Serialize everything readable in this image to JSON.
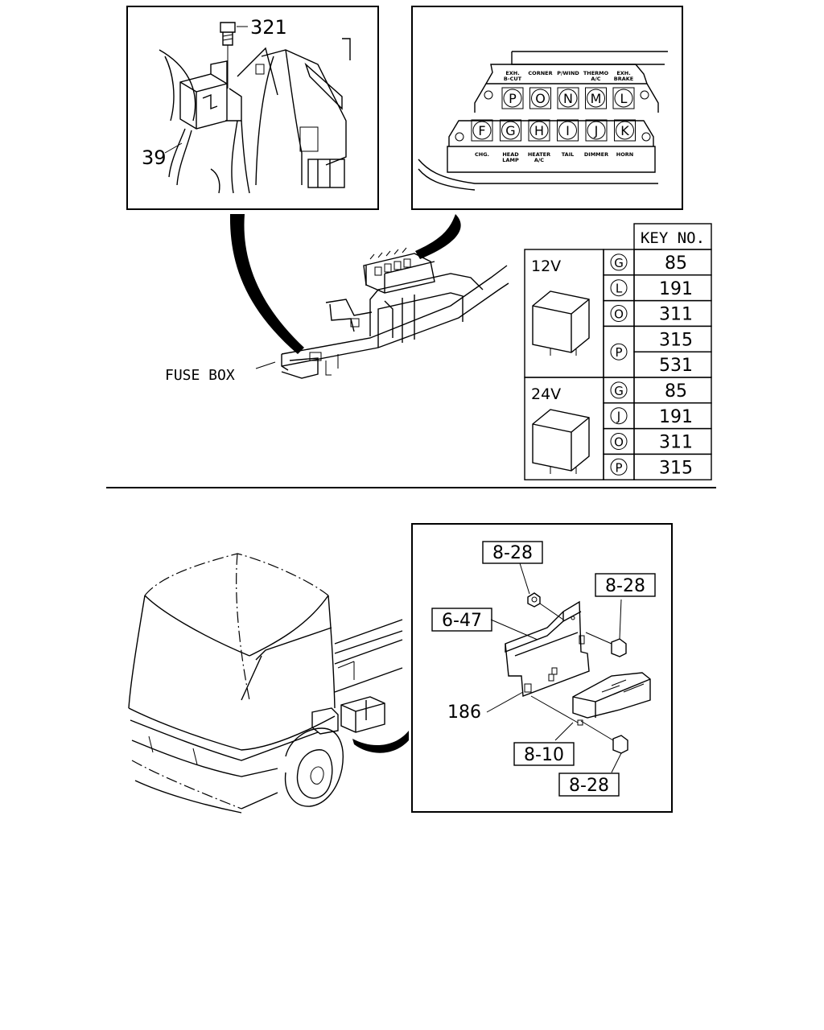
{
  "callouts": {
    "bolt": "321",
    "relay": "39",
    "fuse_box": "FUSE BOX",
    "fuse_box_text": "FUSE BOX",
    "bracket_ref": "6-47",
    "nut_ref": "8-28",
    "bolt_ref_top": "8-28",
    "bolt_ref_bottom": "8-28",
    "box_ref": "8-10",
    "bracket_part": "186"
  },
  "fuse_panel": {
    "top_row": [
      {
        "letter": "P",
        "label1": "EXH.",
        "label2": "B-CUT"
      },
      {
        "letter": "O",
        "label1": "CORNER",
        "label2": ""
      },
      {
        "letter": "N",
        "label1": "P/WIND",
        "label2": ""
      },
      {
        "letter": "M",
        "label1": "THERMO",
        "label2": "A/C"
      },
      {
        "letter": "L",
        "label1": "EXH.",
        "label2": "BRAKE"
      }
    ],
    "bottom_row": [
      {
        "letter": "F",
        "label1": "CHG.",
        "label2": ""
      },
      {
        "letter": "G",
        "label1": "HEAD",
        "label2": "LAMP"
      },
      {
        "letter": "H",
        "label1": "HEATER",
        "label2": "A/C"
      },
      {
        "letter": "I",
        "label1": "TAIL",
        "label2": ""
      },
      {
        "letter": "J",
        "label1": "DIMMER",
        "label2": ""
      },
      {
        "letter": "K",
        "label1": "HORN",
        "label2": ""
      }
    ]
  },
  "key_table": {
    "header": "KEY NO.",
    "groups": [
      {
        "voltage": "12V",
        "rows": [
          {
            "letter": "G",
            "key": "85"
          },
          {
            "letter": "L",
            "key": "191"
          },
          {
            "letter": "O",
            "key": "311"
          },
          {
            "letter": "P",
            "key": "315"
          },
          {
            "letter": "",
            "key": "531"
          }
        ]
      },
      {
        "voltage": "24V",
        "rows": [
          {
            "letter": "G",
            "key": "85"
          },
          {
            "letter": "J",
            "key": "191"
          },
          {
            "letter": "O",
            "key": "311"
          },
          {
            "letter": "P",
            "key": "315"
          }
        ]
      }
    ]
  }
}
